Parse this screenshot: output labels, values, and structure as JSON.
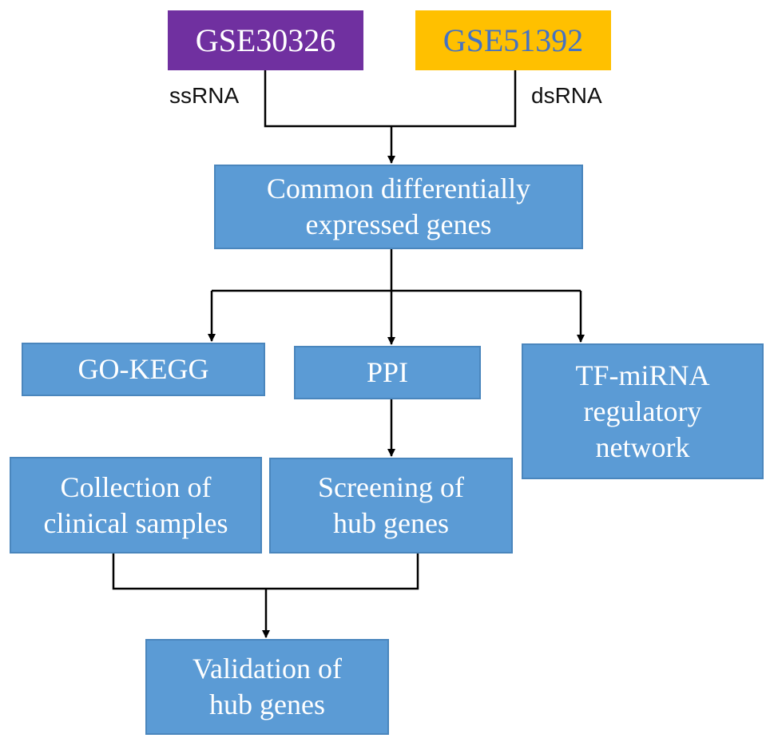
{
  "sources": {
    "left": {
      "label": "GSE30326",
      "color": "#7030a0",
      "text_color": "#ffffff"
    },
    "right": {
      "label": "GSE51392",
      "color": "#ffc000",
      "text_color": "#4472c4"
    }
  },
  "edge_labels": {
    "left": "ssRNA",
    "right": "dsRNA"
  },
  "steps": {
    "common_degs": {
      "line1": "Common differentially",
      "line2": "expressed genes"
    },
    "go_kegg": {
      "line1": "GO-KEGG"
    },
    "ppi": {
      "line1": "PPI"
    },
    "tf_mirna": {
      "line1": "TF-miRNA",
      "line2": "regulatory",
      "line3": "network"
    },
    "clinical": {
      "line1": "Collection of",
      "line2": "clinical samples"
    },
    "screening": {
      "line1": "Screening of",
      "line2": "hub genes"
    },
    "validation": {
      "line1": "Validation of",
      "line2": "hub genes"
    }
  },
  "colors": {
    "step_fill": "#5b9bd5",
    "connector": "#000000"
  }
}
